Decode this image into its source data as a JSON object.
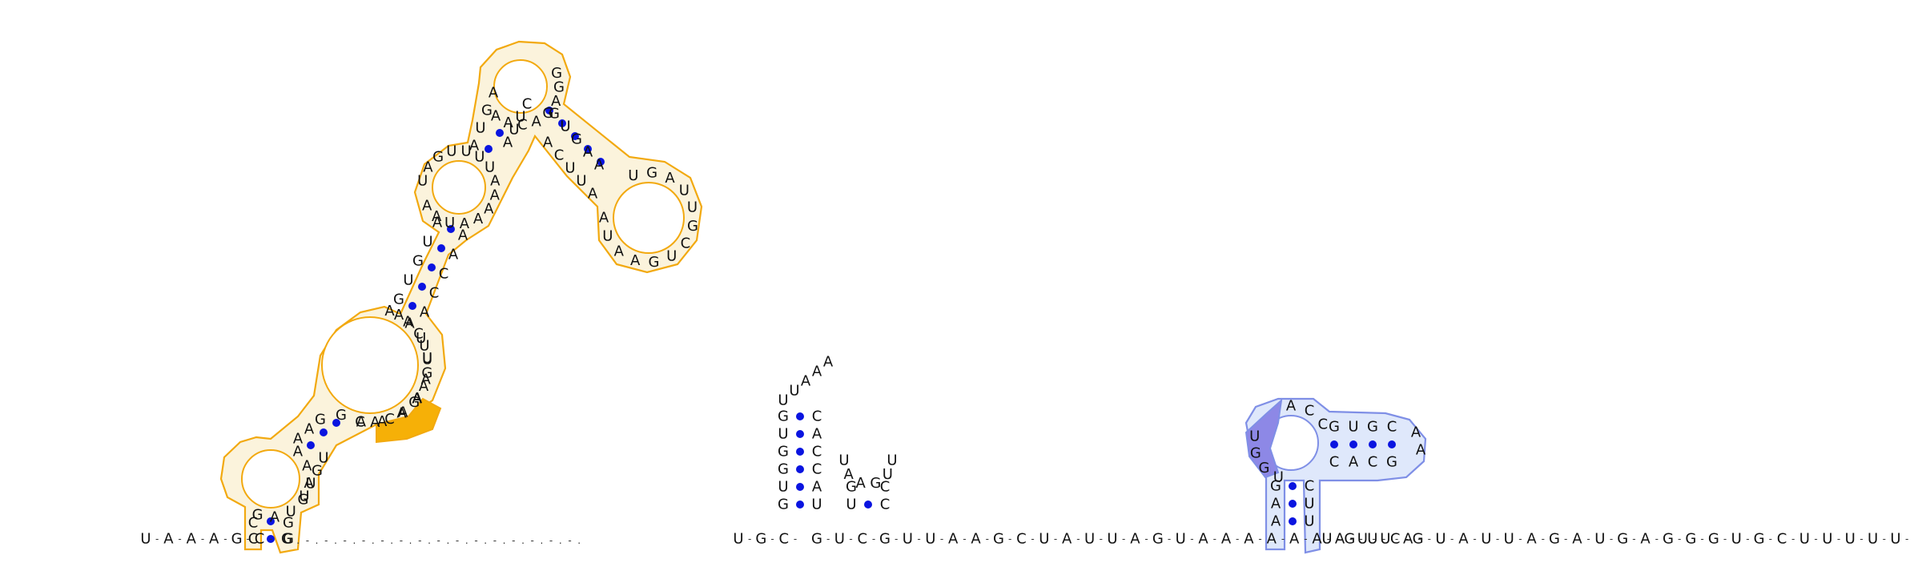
{
  "diagram": {
    "colors": {
      "background": "#ffffff",
      "nucleotide": "#111111",
      "base_pair_dot": "#0a14e0",
      "highlight_orange_outline": "#f2a90f",
      "highlight_orange_fill": "#f6b007",
      "highlight_blue_outline": "#7f8fe6",
      "highlight_blue_fill": "#dfe8fb",
      "highlight_purple_fill": "#8d88e6"
    },
    "backbone_left": [
      "U",
      "A",
      "A",
      "A",
      "G",
      "C"
    ],
    "backbone_left_after": [
      "G"
    ],
    "gap_dots": 31,
    "backbone_middle": [
      "U",
      "G",
      "C"
    ],
    "backbone_middle_2": [
      "G",
      "U",
      "C"
    ],
    "backbone_right_1": [
      "G",
      "U",
      "U",
      "A",
      "A",
      "G",
      "C",
      "U",
      "A",
      "U",
      "U",
      "A",
      "G",
      "U",
      "A",
      "A",
      "A",
      "A",
      "A",
      "A",
      "A",
      "U",
      "U",
      "A"
    ],
    "backbone_right_2": [
      "U",
      "G",
      "U",
      "C",
      "G",
      "U",
      "A",
      "U",
      "U",
      "A",
      "G",
      "A",
      "U",
      "G",
      "A",
      "G",
      "G",
      "G",
      "U",
      "G",
      "C",
      "U",
      "U",
      "U",
      "U",
      "U"
    ],
    "orange_domain": {
      "helix1_left": [
        "C",
        "C",
        "G",
        "A",
        "C",
        "U",
        "G"
      ],
      "helix1_right": [
        "G",
        "G",
        "A",
        "G",
        "U",
        "U",
        "U"
      ],
      "loop1": [
        "A",
        "A",
        "A",
        "G"
      ],
      "loop2": [
        "A",
        "A",
        "G",
        "G"
      ],
      "helix2_left": [
        "A",
        "A",
        "G",
        "G",
        "G",
        "U",
        "A"
      ],
      "helix2_right": [
        "C",
        "A",
        "C",
        "C",
        "A",
        "G"
      ],
      "loop3_upper": [
        "U",
        "U",
        "A",
        "A"
      ],
      "loop3_left": [
        "A",
        "A",
        "A",
        "G"
      ],
      "helix3_left": [
        "G",
        "U",
        "G",
        "U",
        "A"
      ],
      "helix3_right": [
        "A",
        "C",
        "C",
        "A",
        "A"
      ],
      "internal_loop_right": [
        "A",
        "G",
        "U",
        "A"
      ],
      "helix4_left": [
        "A",
        "A",
        "U",
        "A"
      ],
      "helix4_right": [
        "U",
        "U",
        "U",
        "U"
      ],
      "loop_top_left": [
        "A",
        "A",
        "A",
        "A",
        "U"
      ],
      "helix5_left": [
        "U",
        "G",
        "A",
        "A"
      ],
      "helix5_right": [
        "A",
        "U",
        "U",
        "C",
        "C"
      ],
      "hairpin_top": [
        "C",
        "A",
        "G",
        "A",
        "G"
      ],
      "hairpin_top_left": [
        "A",
        "A",
        "C"
      ],
      "helix6_left": [
        "G",
        "U",
        "G",
        "A",
        "A"
      ],
      "helix6_right": [
        "A",
        "C",
        "U",
        "U",
        "A"
      ],
      "hairpin_right": [
        "U",
        "G",
        "A",
        "U",
        "U",
        "G",
        "C",
        "U",
        "G",
        "A",
        "A"
      ],
      "highlighted_segment": [
        "C",
        "A",
        "G"
      ]
    },
    "hairpin_a": {
      "stem_left": [
        "G",
        "U",
        "G",
        "G",
        "U",
        "G"
      ],
      "stem_right": [
        "U",
        "A",
        "C",
        "C",
        "A",
        "C"
      ],
      "loop": [
        "U",
        "U",
        "A",
        "A",
        "A"
      ]
    },
    "hairpin_b": {
      "stem_left": [
        "U",
        "G"
      ],
      "stem_right": [
        "C",
        "C"
      ],
      "loop": [
        "U",
        "A",
        "A",
        "G",
        "U",
        "U"
      ]
    },
    "blue_domain": {
      "stem_left": [
        "A",
        "A",
        "G"
      ],
      "stem_right": [
        "U",
        "U",
        "C"
      ],
      "highlighted_segment": [
        "U",
        "G",
        "G",
        "U"
      ],
      "loop": [
        "A",
        "C",
        "C"
      ],
      "helix2_top": [
        "G",
        "U",
        "G",
        "C"
      ],
      "helix2_bottom": [
        "C",
        "A",
        "C",
        "G"
      ],
      "hairpin_loop": [
        "A",
        "A"
      ]
    }
  }
}
